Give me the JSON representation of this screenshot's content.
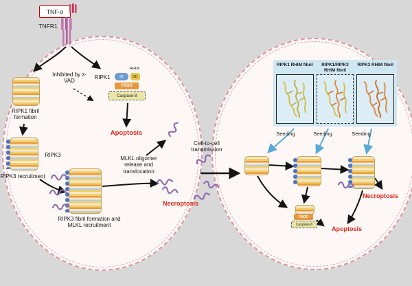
{
  "left_cell": {
    "tnf": "TNF-α",
    "tnfr1": "TNFR1",
    "inhibited": "Inhibited by z-VAD",
    "ripk1": "RIPK1",
    "rhim": "RHIM",
    "id_domain": "ID",
    "dd_domain": "DD",
    "fadd": "FADD",
    "caspase8": "Caspase-8",
    "apoptosis": "Apoptosis",
    "ripk1_fibril": "RIPK1 fibril formation",
    "ripk3": "RIPK3",
    "ripk3_recruitment": "RIPK3 recruitment",
    "ripk3_fibril_mlkl": "RIPK3 fibril formation and MLKL recruitment",
    "mlkl_release": "MLKL oligomer release and translocation",
    "necroptosis": "Necroptosis"
  },
  "transmission": {
    "label": "Cell-to-cell transmission"
  },
  "right_cell": {
    "panels": [
      {
        "title": "RIPK1 RHIM fibril"
      },
      {
        "title": "RIPK1/RIPK3 RHIM fibril"
      },
      {
        "title": "RIPK3 RHIM fibril"
      }
    ],
    "seeding": [
      "Seeding",
      "Seeding",
      "Seeding"
    ],
    "fadd": "FADD",
    "caspase8": "Caspase-8",
    "apoptosis": "Apoptosis",
    "necroptosis": "Necroptosis"
  },
  "colors": {
    "background": "#d8d8d8",
    "membrane_pink": "#dd93a0",
    "red_text": "#e1251b",
    "tnf_border": "#c00000",
    "panel_bg": "#cfe7f3",
    "seeding_arrow_blue": "#58a8d8",
    "mlkl_purple": "#8f6cb2",
    "fibril_orange": "#ea9b3f",
    "fibril_yellow": "#f1cf6e",
    "ripk3_dot_blue": "#4f74c0",
    "receptor_pink": "#c579ad"
  }
}
